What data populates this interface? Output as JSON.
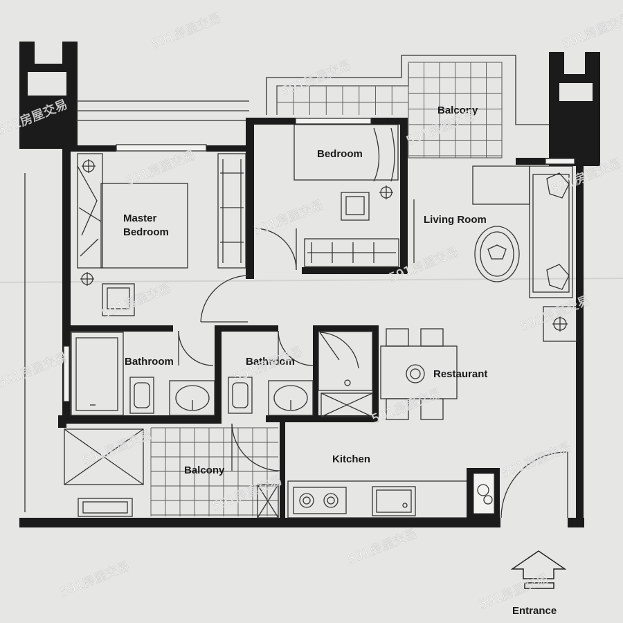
{
  "rooms": {
    "master_bedroom_line1": "Master",
    "master_bedroom_line2": "Bedroom",
    "bedroom": "Bedroom",
    "living_room": "Living Room",
    "balcony_top": "Balcony",
    "bathroom_left": "Bathroom",
    "bathroom_right": "Bathroom",
    "restaurant": "Restaurant",
    "kitchen": "Kitchen",
    "balcony_bottom": "Balcony"
  },
  "entrance": {
    "label": "Entrance"
  },
  "watermark": {
    "text": "591房屋交易"
  },
  "colors": {
    "background": "#e6e6e4",
    "wall": "#1b1b1b",
    "line": "#333333"
  }
}
